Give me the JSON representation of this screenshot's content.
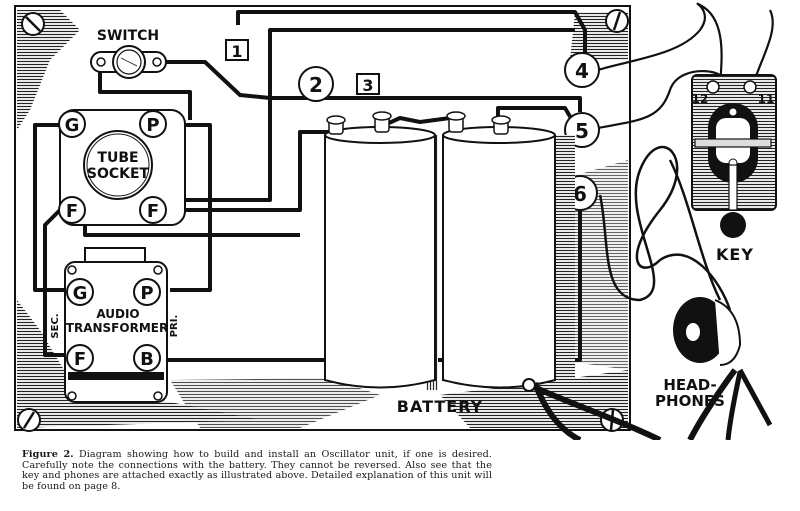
{
  "figure": {
    "number_label": "Figure 2.",
    "caption": "Diagram showing how to build and install an Oscillator unit, if one is desired. Carefully note the connections with the battery. They cannot be reversed. Also see that the key and phones are attached exactly as illustrated above. Detailed explanation of this unit will be found on page 8."
  },
  "components": {
    "switch": {
      "label": "SWITCH",
      "icon": "rotary-switch-icon"
    },
    "tube_socket": {
      "label_line1": "TUBE",
      "label_line2": "SOCKET",
      "terminals": [
        "G",
        "P",
        "F",
        "F"
      ]
    },
    "audio_transformer": {
      "label_line1": "AUDIO",
      "label_line2": "TRANSFORMER",
      "terminals": [
        "G",
        "P",
        "F",
        "B"
      ],
      "side_left": "SEC.",
      "side_right": "PRI."
    },
    "battery": {
      "label": "BATTERY",
      "cells": 2,
      "posts": 4
    },
    "key": {
      "label": "KEY",
      "terminal_left": "12",
      "terminal_right": "11"
    },
    "headphones": {
      "label_line1": "HEAD-",
      "label_line2": "PHONES"
    }
  },
  "wire_markers": {
    "boxed": [
      "1",
      "3"
    ],
    "circled": [
      "2",
      "4",
      "5",
      "6"
    ]
  }
}
